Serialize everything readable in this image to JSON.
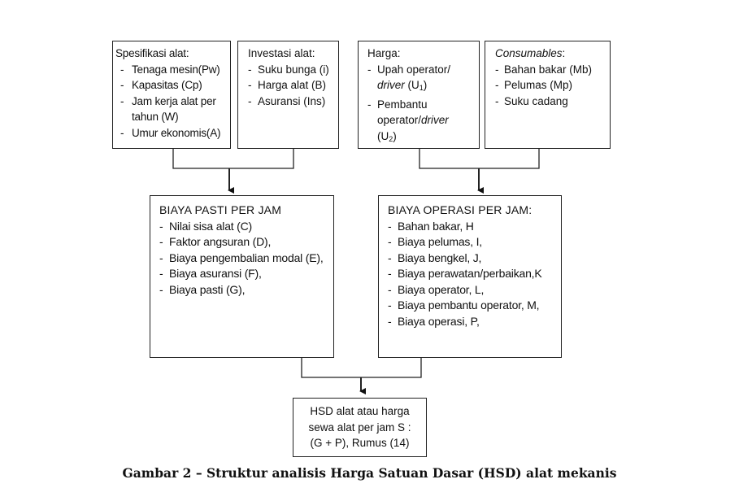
{
  "spesifikasi": {
    "title": "Spesifikasi alat:",
    "items": [
      "Tenaga mesin(Pw)",
      "Kapasitas (Cp)",
      "Jam kerja alat per tahun (W)",
      "Umur ekonomis(A)"
    ]
  },
  "investasi": {
    "title": "Investasi alat:",
    "items": [
      "Suku bunga (i)",
      "Harga alat (B)",
      "Asuransi (Ins)"
    ]
  },
  "harga": {
    "title": "Harga:",
    "item1_pre": "Upah operator/",
    "item1_italic": "driver",
    "item1_post": " (U",
    "item1_sub": "1",
    "item1_close": ")",
    "item2_pre": "Pembantu operator/",
    "item2_italic": "driver",
    "item2_post": " (U",
    "item2_sub": "2",
    "item2_close": ")"
  },
  "consumables": {
    "title_italic": "Consumables",
    "title_colon": ":",
    "items": [
      "Bahan bakar (Mb)",
      "Pelumas (Mp)",
      "Suku cadang"
    ]
  },
  "biaya_pasti": {
    "title": "BIAYA PASTI PER JAM",
    "items": [
      "Nilai sisa alat (C)",
      "Faktor angsuran  (D),",
      "Biaya pengembalian modal (E),",
      "Biaya asuransi (F),",
      "Biaya pasti (G),"
    ]
  },
  "biaya_operasi": {
    "title": "BIAYA OPERASI PER JAM:",
    "items": [
      "Bahan bakar, H",
      "Biaya pelumas, I,",
      "Biaya bengkel, J,",
      "Biaya perawatan/perbaikan,K",
      "Biaya operator, L,",
      "Biaya pembantu operator, M,",
      "Biaya operasi, P,"
    ]
  },
  "hsd": {
    "lines": [
      "HSD  alat atau harga",
      "sewa alat per jam S :",
      "(G + P), Rumus (14)"
    ]
  },
  "caption": "Gambar 2 – Struktur analisis Harga Satuan Dasar (HSD) alat mekanis"
}
